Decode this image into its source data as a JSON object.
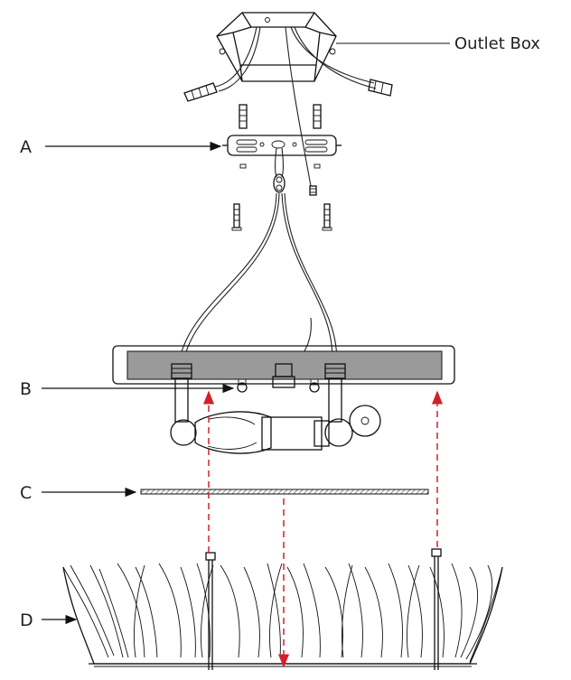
{
  "callouts": {
    "outlet_box": "Outlet Box"
  },
  "labels": {
    "a": "A",
    "b": "B",
    "c": "C",
    "d": "D"
  },
  "colors": {
    "line": "#111111",
    "canopy_fill": "#9a9a9a",
    "arrow_red": "#d0202a"
  }
}
